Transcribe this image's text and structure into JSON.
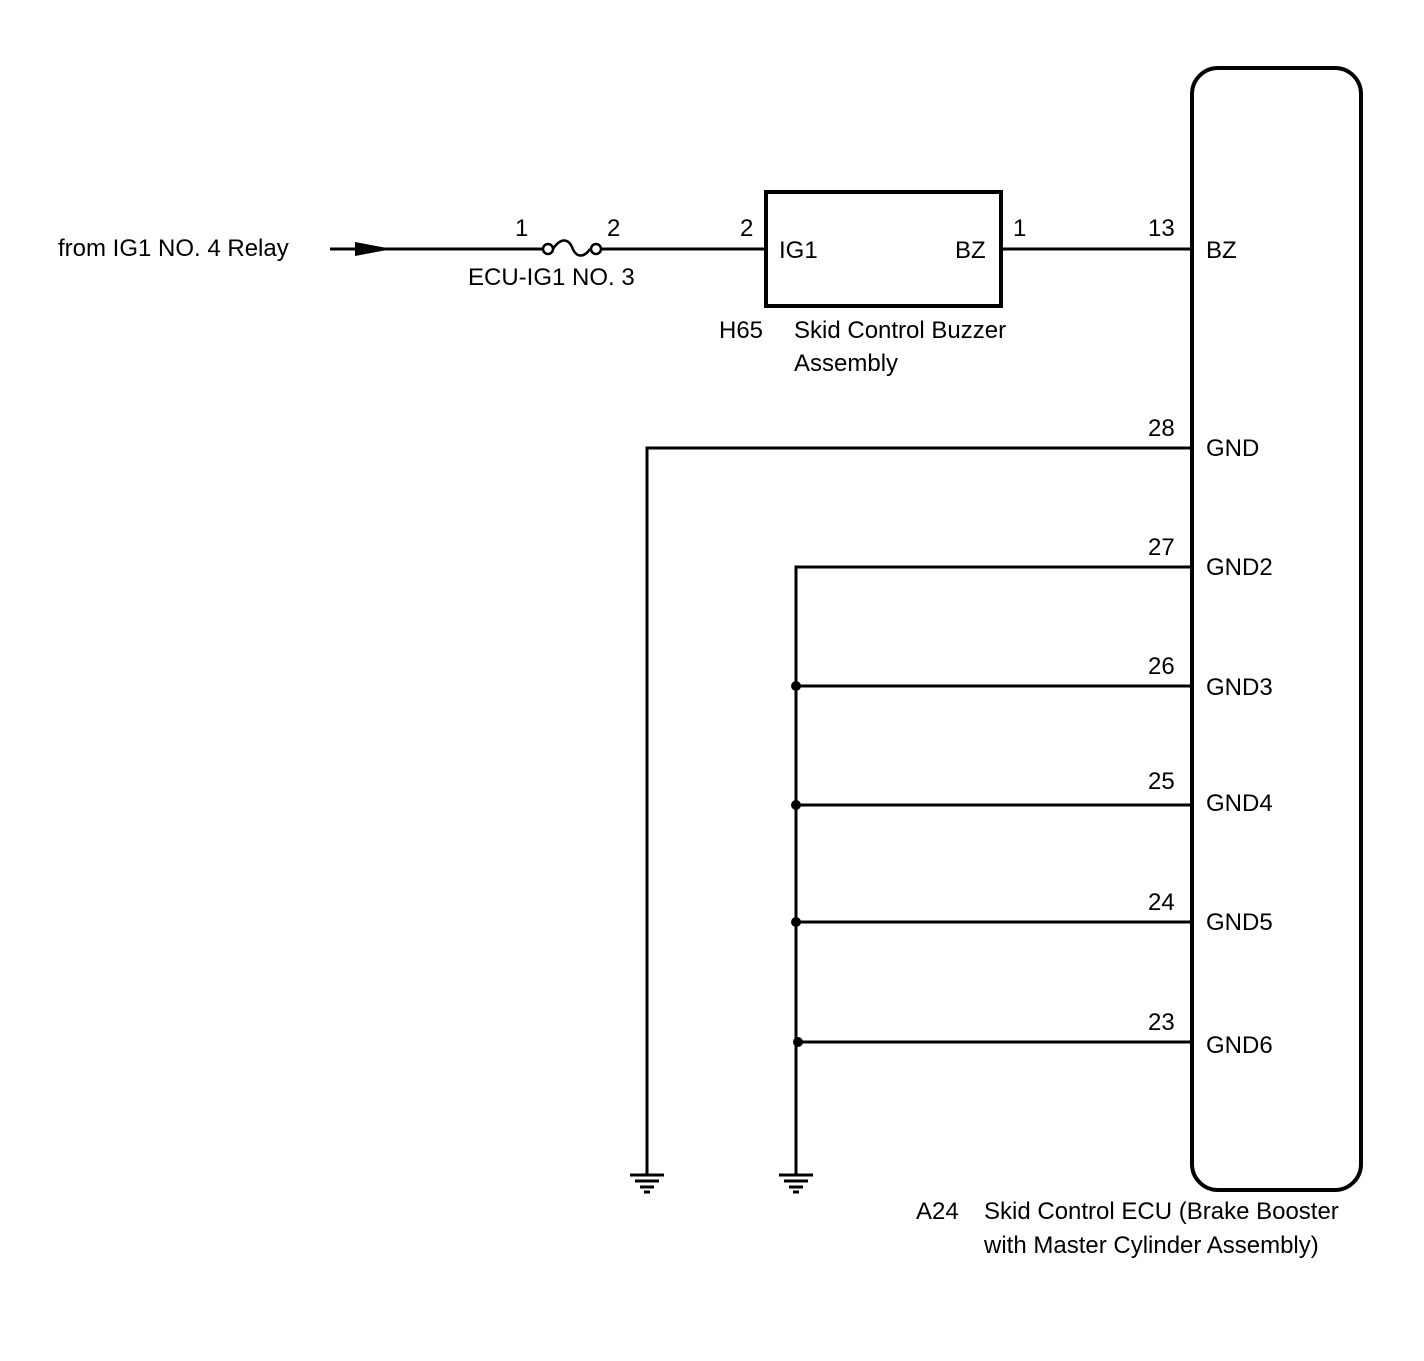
{
  "source": {
    "label": "from IG1 NO. 4 Relay"
  },
  "fuse": {
    "name": "ECU-IG1 NO. 3",
    "pin_in": "1",
    "pin_out": "2"
  },
  "buzzer": {
    "code": "H65",
    "name_line1": "Skid Control Buzzer",
    "name_line2": "Assembly",
    "pins": [
      {
        "number": "2",
        "name": "IG1"
      },
      {
        "number": "1",
        "name": "BZ"
      }
    ]
  },
  "ecu": {
    "code": "A24",
    "name_line1": "Skid Control ECU (Brake Booster",
    "name_line2": "with Master Cylinder Assembly)",
    "pins": [
      {
        "number": "13",
        "name": "BZ"
      },
      {
        "number": "28",
        "name": "GND"
      },
      {
        "number": "27",
        "name": "GND2"
      },
      {
        "number": "26",
        "name": "GND3"
      },
      {
        "number": "25",
        "name": "GND4"
      },
      {
        "number": "24",
        "name": "GND5"
      },
      {
        "number": "23",
        "name": "GND6"
      }
    ]
  }
}
